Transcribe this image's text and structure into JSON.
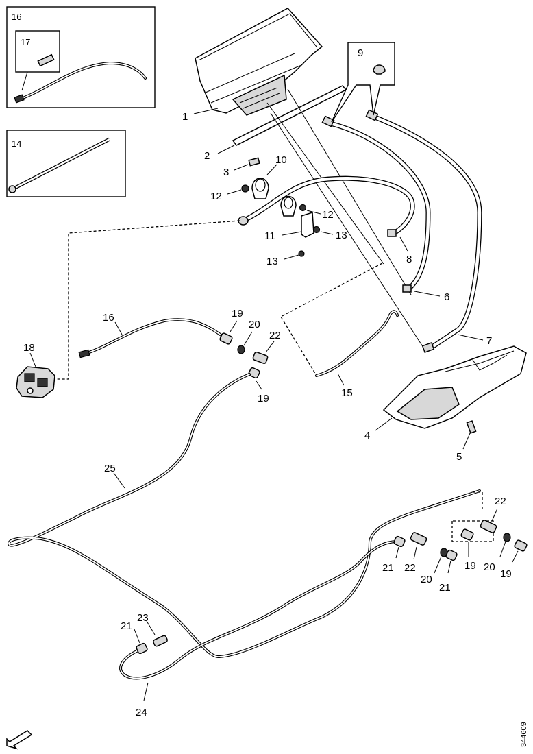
{
  "figure_id": "344609",
  "callouts": {
    "c1": "1",
    "c2": "2",
    "c3": "3",
    "c4": "4",
    "c5": "5",
    "c6": "6",
    "c7": "7",
    "c8": "8",
    "c9": "9",
    "c10": "10",
    "c11": "11",
    "c12a": "12",
    "c12b": "12",
    "c13a": "13",
    "c13b": "13",
    "c14": "14",
    "c15": "15",
    "c16_inset": "16",
    "c16": "16",
    "c17": "17",
    "c18": "18",
    "c19a": "19",
    "c19b": "19",
    "c19c": "19",
    "c19d": "19",
    "c20a": "20",
    "c20b": "20",
    "c20c": "20",
    "c21a": "21",
    "c21b": "21",
    "c21c": "21",
    "c22a": "22",
    "c22b": "22",
    "c22c": "22",
    "c23": "23",
    "c24": "24",
    "c25": "25"
  },
  "icons": {
    "orientation": "arrow-down-left-icon"
  }
}
